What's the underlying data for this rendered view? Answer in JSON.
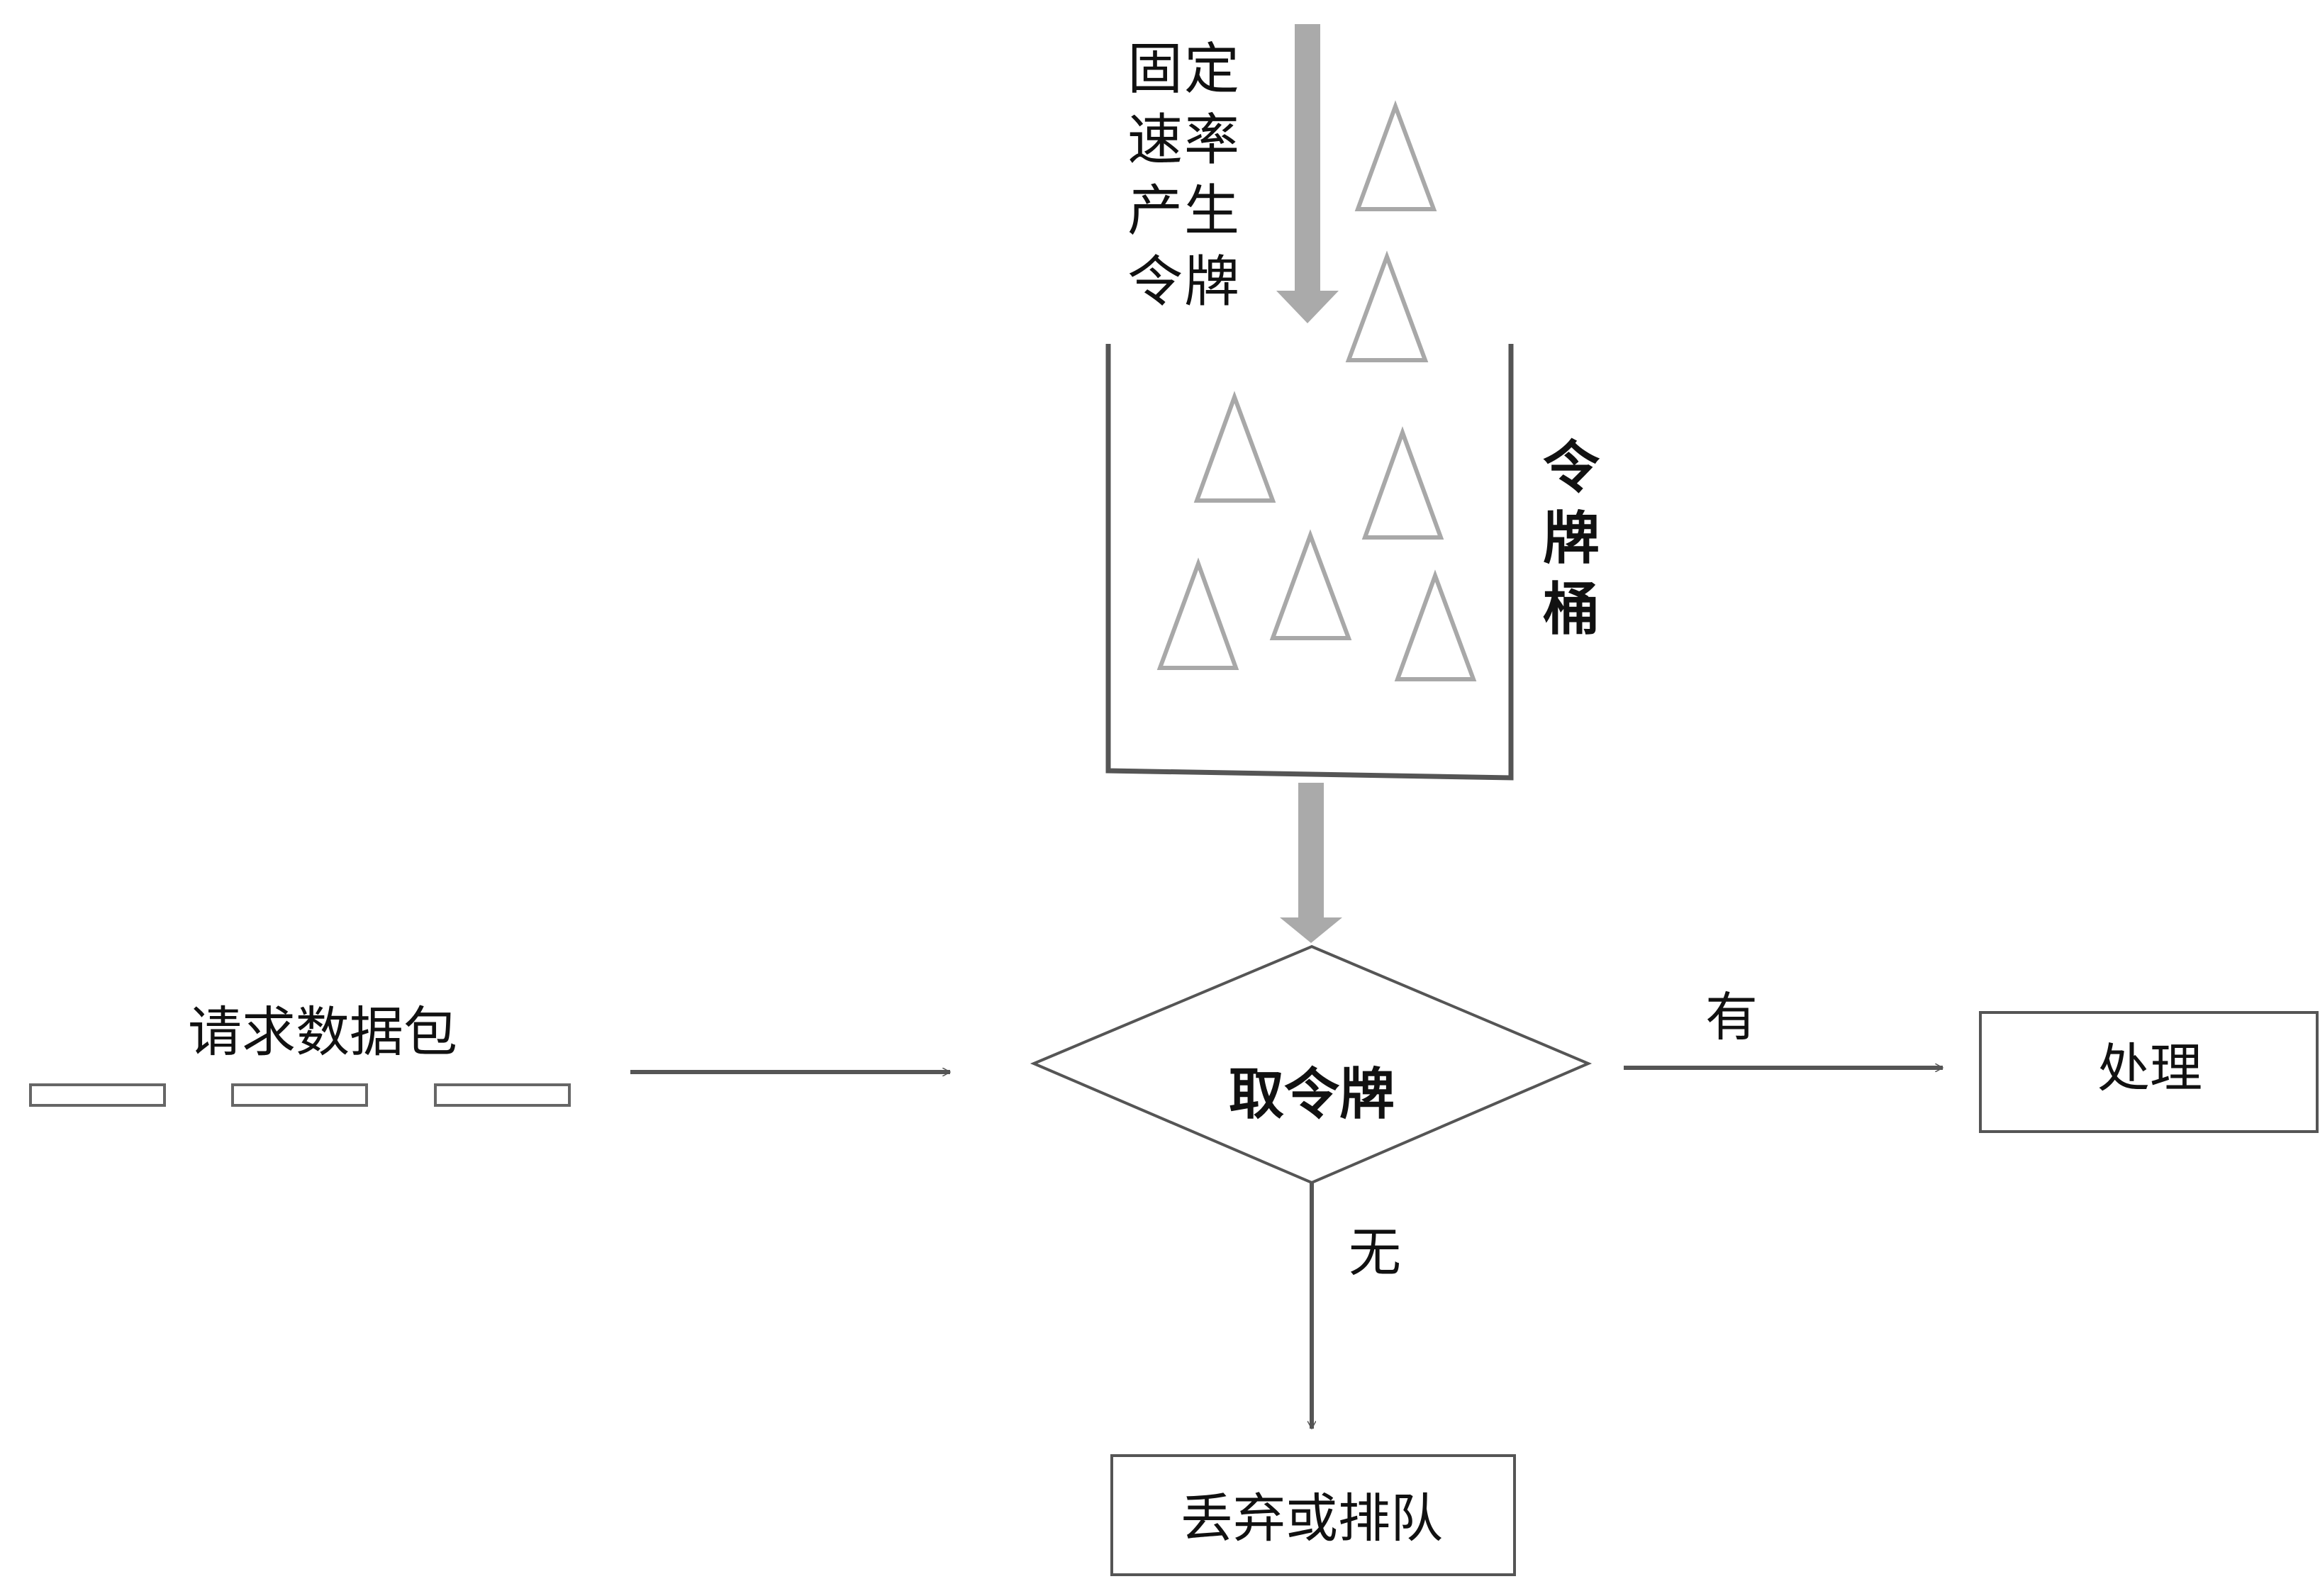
{
  "labels": {
    "generate": "固定速率产生令牌",
    "bucket": "令牌桶",
    "packets": "请求数据包",
    "take_token": "取令牌",
    "yes": "有",
    "no": "无",
    "process": "处理",
    "drop_or_queue": "丢弃或排队"
  },
  "colors": {
    "token": "#a8a8a8",
    "flow_arrow": "#aaaaaa",
    "line": "#555555",
    "text": "#111111"
  }
}
